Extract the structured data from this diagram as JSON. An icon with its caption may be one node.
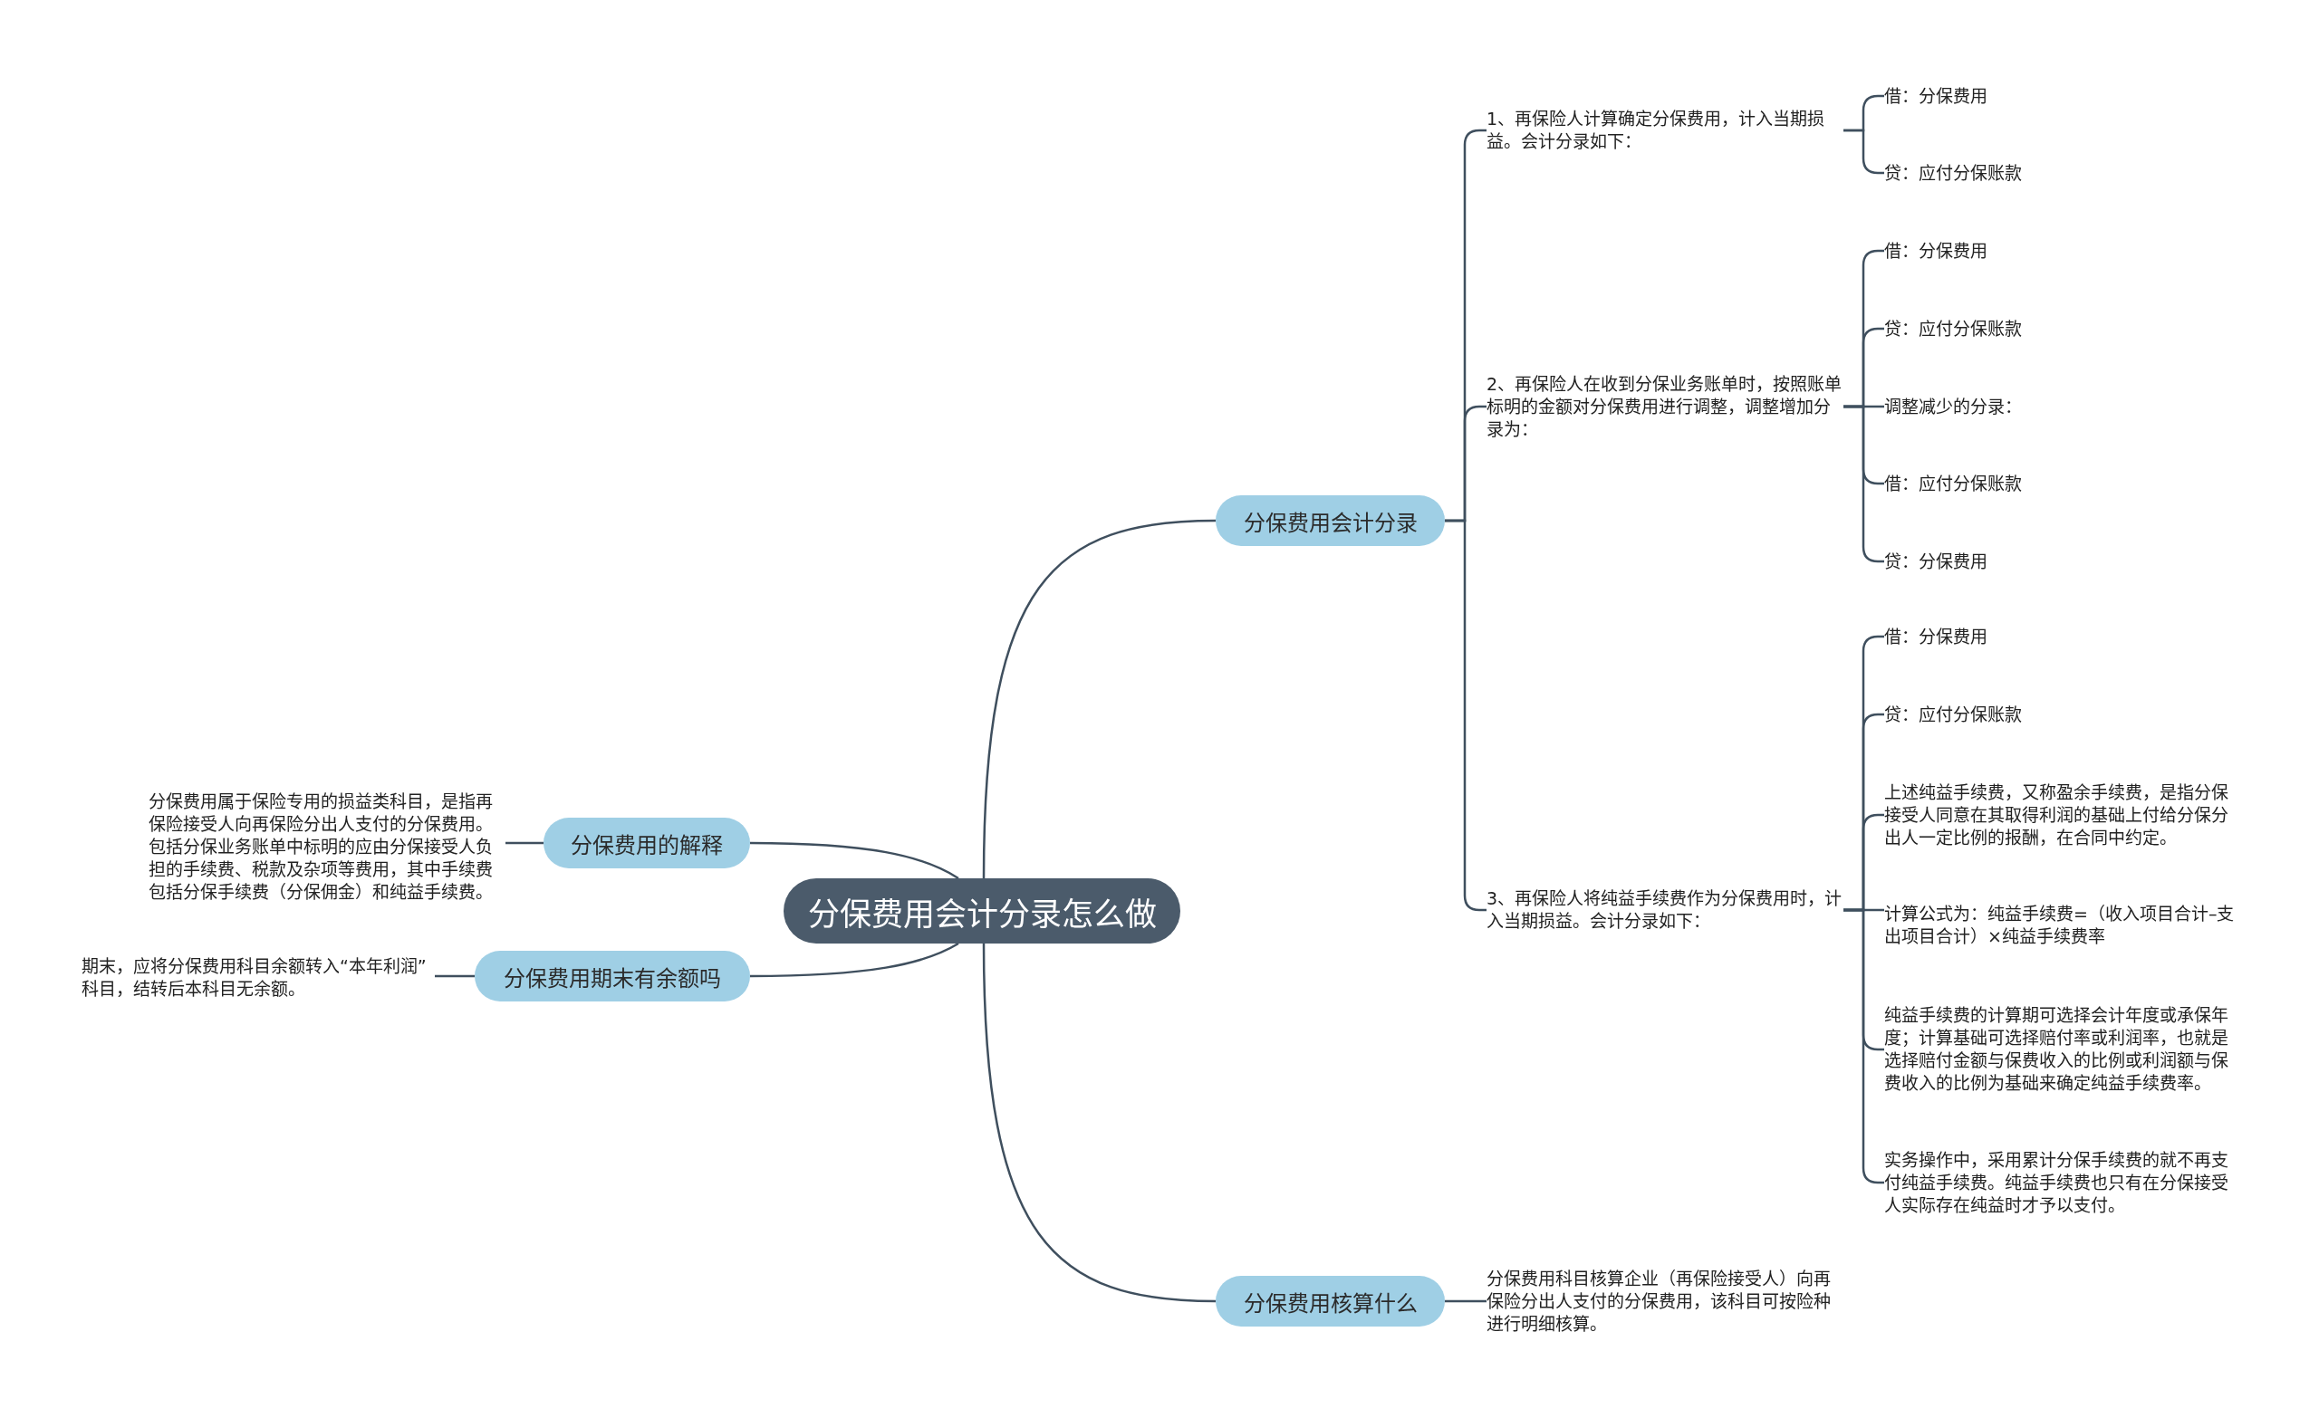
{
  "diagram": {
    "nodes": [
      {
        "text": [
          "分保费用会计分录怎么做"
        ]
      },
      {
        "text": [
          "分保费用会计分录"
        ]
      },
      {
        "text": [
          "1、再保险人计算确定分保费用，计入当期损益。会计分录如下："
        ]
      },
      {
        "text": [
          "借：分保费用"
        ]
      },
      {
        "text": [
          "贷：应付分保账款"
        ]
      },
      {
        "text": [
          "2、再保险人在收到分保业务账单时，按照账单标明的金额对分保费用进行调整，调整增加分录为："
        ]
      },
      {
        "text": [
          "借：分保费用"
        ]
      },
      {
        "text": [
          "贷：应付分保账款"
        ]
      },
      {
        "text": [
          "调整减少的分录："
        ]
      },
      {
        "text": [
          "借：应付分保账款"
        ]
      },
      {
        "text": [
          "贷：分保费用"
        ]
      },
      {
        "text": [
          "3、再保险人将纯益手续费作为分保费用时，计入当期损益。会计分录如下："
        ]
      },
      {
        "text": [
          "借：分保费用"
        ]
      },
      {
        "text": [
          "贷：应付分保账款"
        ]
      },
      {
        "text": [
          "上述纯益手续费，又称盈余手续费，是指分保接受人同意在其取得利润的基础上付给分保分出人一定比例的报酬，在合同中约定。"
        ]
      },
      {
        "text": [
          "计算公式为：纯益手续费=（收入项目合计–支出项目合计）×纯益手续费率"
        ]
      },
      {
        "text": [
          "纯益手续费的计算期可选择会计年度或承保年度；计算基础可选择赔付率或利润率，也就是选择赔付金额与保费收入的比例或利润额与保费收入的比例为基础来确定纯益手续费率。"
        ]
      },
      {
        "text": [
          "实务操作中，采用累计分保手续费的就不再支付纯益手续费。纯益手续费也只有在分保接受人实际存在纯益时才予以支付。"
        ]
      },
      {
        "text": [
          "分保费用核算什么"
        ]
      },
      {
        "text": [
          "分保费用科目核算企业（再保险接受人）向再保险分出人支付的分保费用，该科目可按险种进行明细核算。"
        ]
      },
      {
        "text": [
          "分保费用的解释"
        ]
      },
      {
        "text": [
          "分保费用属于保险专用的损益类科目，是指再保险接受人向再保险分出人支付的分保费用。包括分保业务账单中标明的应由分保接受人负担的手续费、税款及杂项等费用，其中手续费包括分保手续费（分保佣金）和纯益手续费。"
        ]
      },
      {
        "text": [
          "分保费用期末有余额吗"
        ]
      },
      {
        "text": [
          "期末，应将分保费用科目余额转入“本年利润”科目，结转后本科目无余额。"
        ]
      }
    ],
    "edges": [
      {
        "from": 0,
        "to": 1,
        "arrow": "none"
      },
      {
        "from": 1,
        "to": 2,
        "arrow": "none"
      },
      {
        "from": 2,
        "to": 3,
        "arrow": "none"
      },
      {
        "from": 2,
        "to": 4,
        "arrow": "none"
      },
      {
        "from": 1,
        "to": 5,
        "arrow": "none"
      },
      {
        "from": 5,
        "to": 6,
        "arrow": "none"
      },
      {
        "from": 5,
        "to": 7,
        "arrow": "none"
      },
      {
        "from": 5,
        "to": 8,
        "arrow": "none"
      },
      {
        "from": 5,
        "to": 9,
        "arrow": "none"
      },
      {
        "from": 5,
        "to": 10,
        "arrow": "none"
      },
      {
        "from": 1,
        "to": 11,
        "arrow": "none"
      },
      {
        "from": 11,
        "to": 12,
        "arrow": "none"
      },
      {
        "from": 11,
        "to": 13,
        "arrow": "none"
      },
      {
        "from": 11,
        "to": 14,
        "arrow": "none"
      },
      {
        "from": 11,
        "to": 15,
        "arrow": "none"
      },
      {
        "from": 11,
        "to": 16,
        "arrow": "none"
      },
      {
        "from": 11,
        "to": 17,
        "arrow": "none"
      },
      {
        "from": 0,
        "to": 18,
        "arrow": "none"
      },
      {
        "from": 18,
        "to": 19,
        "arrow": "none"
      },
      {
        "from": 0,
        "to": 20,
        "arrow": "none"
      },
      {
        "from": 20,
        "to": 21,
        "arrow": "none"
      },
      {
        "from": 0,
        "to": 22,
        "arrow": "none"
      },
      {
        "from": 22,
        "to": 23,
        "arrow": "none"
      }
    ]
  }
}
